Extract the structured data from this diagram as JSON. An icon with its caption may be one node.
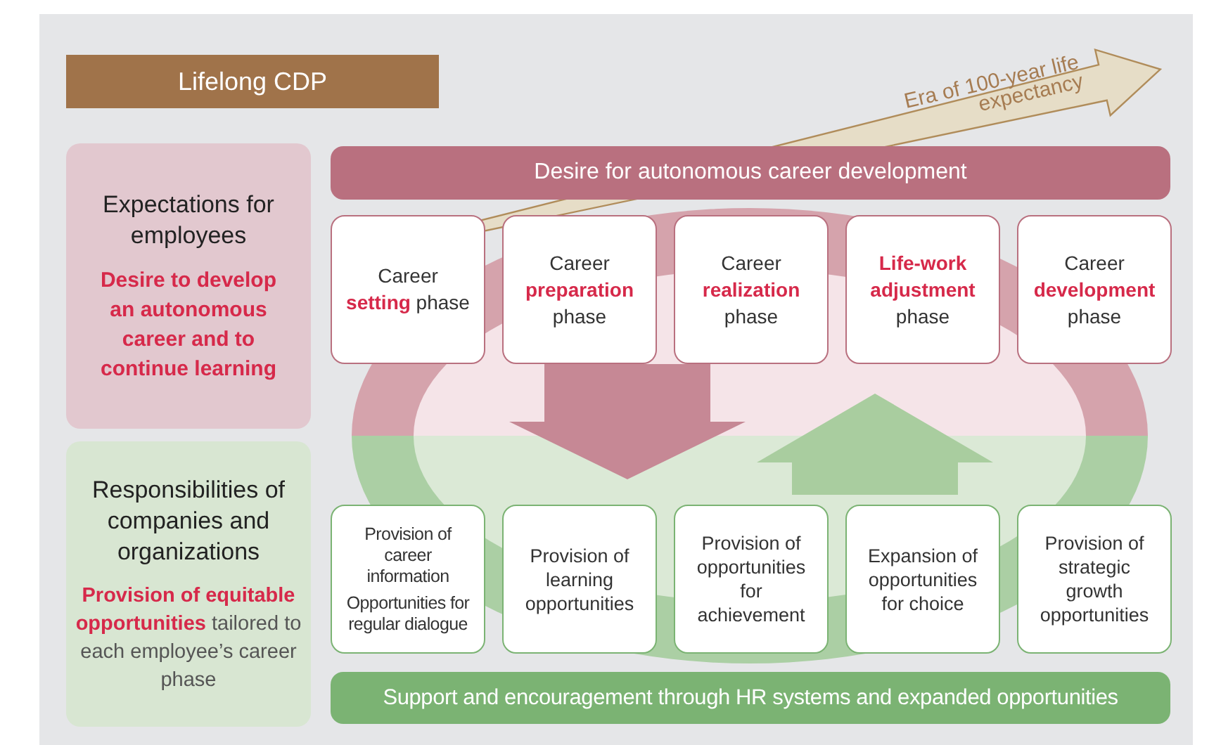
{
  "diagram": {
    "title": "Lifelong CDP",
    "nodes": [
      {
        "text": [
          "Expectations for employees",
          "Desire to develop an autonomous career and to continue learning"
        ]
      },
      {
        "text": [
          "Responsibilities of companies and organizations",
          "**Provision of equitable opportunities** tailored to each employee’s career phase"
        ]
      },
      {
        "text": [
          "Desire for autonomous career development"
        ]
      },
      {
        "text": [
          "Career **setting** phase"
        ]
      },
      {
        "text": [
          "Career **preparation** phase"
        ]
      },
      {
        "text": [
          "Career **realization** phase"
        ]
      },
      {
        "text": [
          "**Life-work adjustment** phase"
        ]
      },
      {
        "text": [
          "Career **development** phase"
        ]
      },
      {
        "text": [
          "Provision of career information",
          "Opportunities for regular dialogue"
        ]
      },
      {
        "text": [
          "Provision of learning opportunities"
        ]
      },
      {
        "text": [
          "Provision of opportunities for achievement"
        ]
      },
      {
        "text": [
          "Expansion of opportunities for choice"
        ]
      },
      {
        "text": [
          "Provision of strategic growth opportunities"
        ]
      },
      {
        "text": [
          "Support and encouragement through HR systems and expanded opportunities"
        ]
      }
    ],
    "edges": [
      {
        "from": 4,
        "to": 9,
        "arrow": "to"
      },
      {
        "from": 11,
        "to": 6,
        "arrow": "to"
      }
    ],
    "labels": [
      "Era of 100-year life expectancy"
    ]
  }
}
